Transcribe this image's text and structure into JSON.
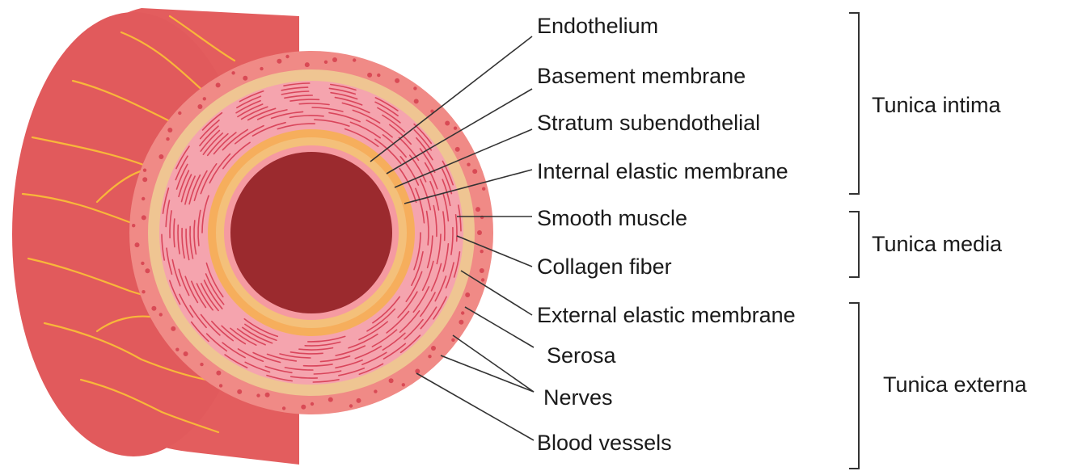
{
  "labels": {
    "endothelium": "Endothelium",
    "basement_membrane": "Basement membrane",
    "stratum_subendothelial": "Stratum subendothelial",
    "internal_elastic_membrane": "Internal elastic membrane",
    "smooth_muscle": "Smooth muscle",
    "collagen_fiber": "Collagen fiber",
    "external_elastic_membrane": "External elastic membrane",
    "serosa": "Serosa",
    "nerves": "Nerves",
    "blood_vessels": "Blood vessels"
  },
  "groups": {
    "tunica_intima": "Tunica intima",
    "tunica_media": "Tunica media",
    "tunica_externa": "Tunica externa"
  },
  "colors": {
    "outer_wall": "#e25a5a",
    "adventitia": "#f28b82",
    "ring_tan": "#ecc08a",
    "media": "#f6a3ad",
    "elastic_ring": "#f4a85a",
    "lumen": "#9b2a2e",
    "fiber_line": "#f7b52c",
    "leader": "#333333"
  }
}
